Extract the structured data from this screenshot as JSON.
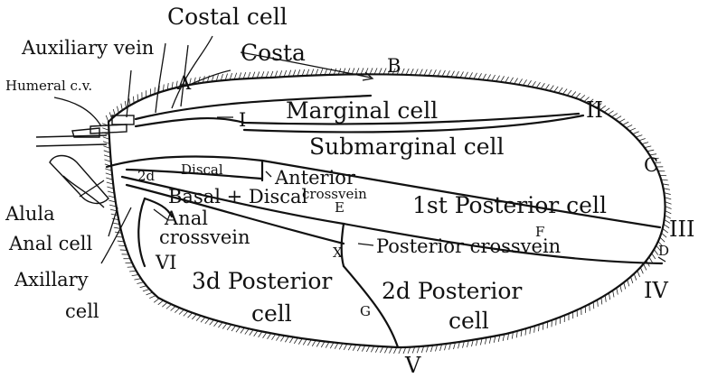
{
  "diagram": {
    "labels": {
      "costal_cell": "Costal cell",
      "auxiliary_vein": "Auxiliary vein",
      "costa": "Costa",
      "humeral_cv": "Humeral c.v.",
      "letter_a": "A",
      "letter_b": "B",
      "letter_c": "C",
      "letter_d": "D",
      "letter_e": "E",
      "letter_f": "F",
      "letter_g": "G",
      "letter_x": "X",
      "roman_i": "I",
      "roman_ii": "II",
      "roman_iii": "III",
      "roman_iv": "IV",
      "roman_v": "V",
      "roman_vi": "VI",
      "marginal_cell": "Marginal cell",
      "submarginal_cell": "Submarginal cell",
      "discal": "Discal",
      "anterior_crossvein_1": "Anterior",
      "anterior_crossvein_2": "crossvein",
      "first_posterior_cell": "1st Posterior cell",
      "second_basal": "2d",
      "basal_discal": "Basal + Discal",
      "anal_crossvein_1": "Anal",
      "anal_crossvein_2": "crossvein",
      "posterior_crossvein": "Posterior crossvein",
      "alula": "Alula",
      "anal_cell": "Anal cell",
      "axillary_cell_1": "Axillary",
      "axillary_cell_2": "cell",
      "third_posterior_cell_1": "3d Posterior",
      "third_posterior_cell_2": "cell",
      "second_posterior_cell_1": "2d Posterior",
      "second_posterior_cell_2": "cell"
    }
  }
}
